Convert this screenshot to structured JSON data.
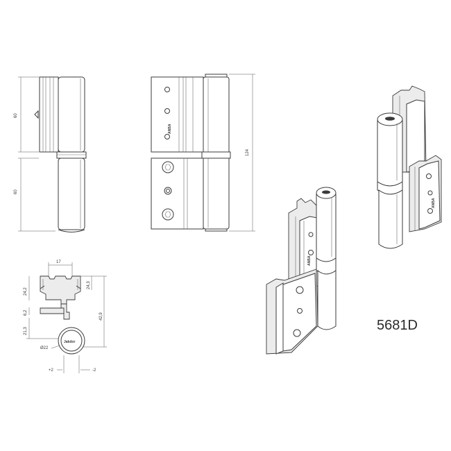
{
  "model": {
    "label": "5681D"
  },
  "dimensions": {
    "side_upper_height": "60",
    "side_lower_height": "60",
    "front_total_height": "124",
    "plan_top_width": "17",
    "plan_left_height": "24,2",
    "plan_right_height": "24,3",
    "plan_offset": "6,2",
    "plan_lower_height": "21,3",
    "plan_total_height": "42,9",
    "plan_diameter": "Ø22",
    "plan_left_adjust": "+2",
    "plan_right_adjust": "-2"
  },
  "markings": {
    "brand_upper": "ANBA",
    "brand_plan": "Jakdor",
    "brand_iso_right": "ANBA",
    "brand_iso_left": "ANBA"
  },
  "colors": {
    "line": "#3a3a3a",
    "background": "#ffffff"
  }
}
